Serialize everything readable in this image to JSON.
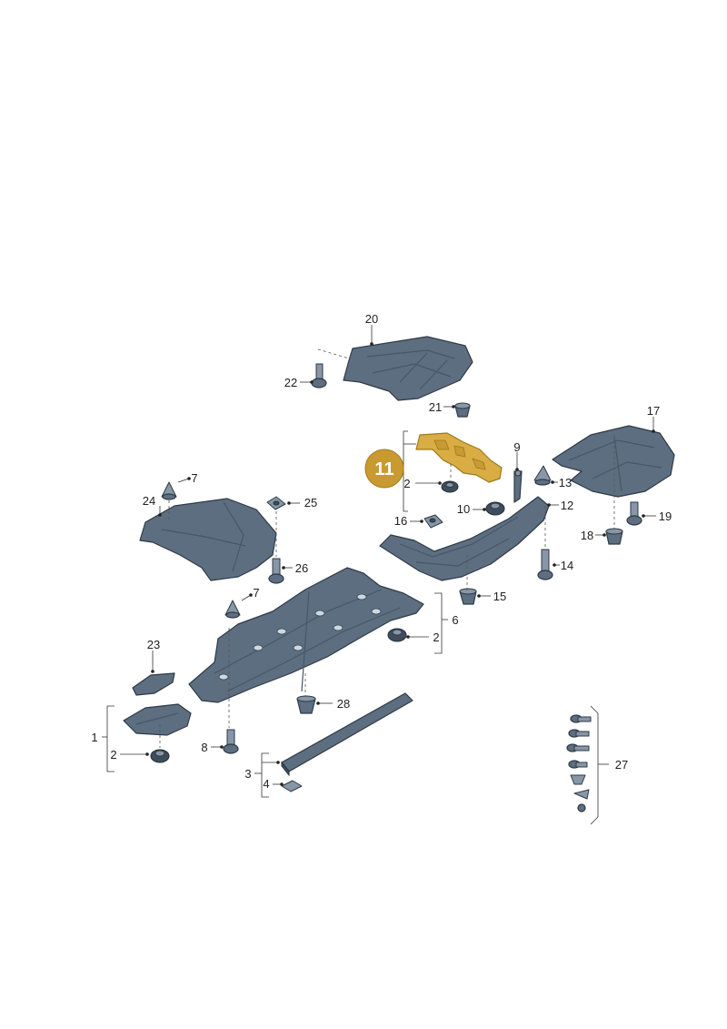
{
  "diagram": {
    "highlight_badge": "11",
    "labels": [
      "1",
      "2",
      "3",
      "4",
      "6",
      "7",
      "8",
      "9",
      "10",
      "12",
      "13",
      "14",
      "15",
      "16",
      "17",
      "18",
      "19",
      "20",
      "21",
      "22",
      "23",
      "24",
      "25",
      "26",
      "27",
      "28"
    ]
  }
}
